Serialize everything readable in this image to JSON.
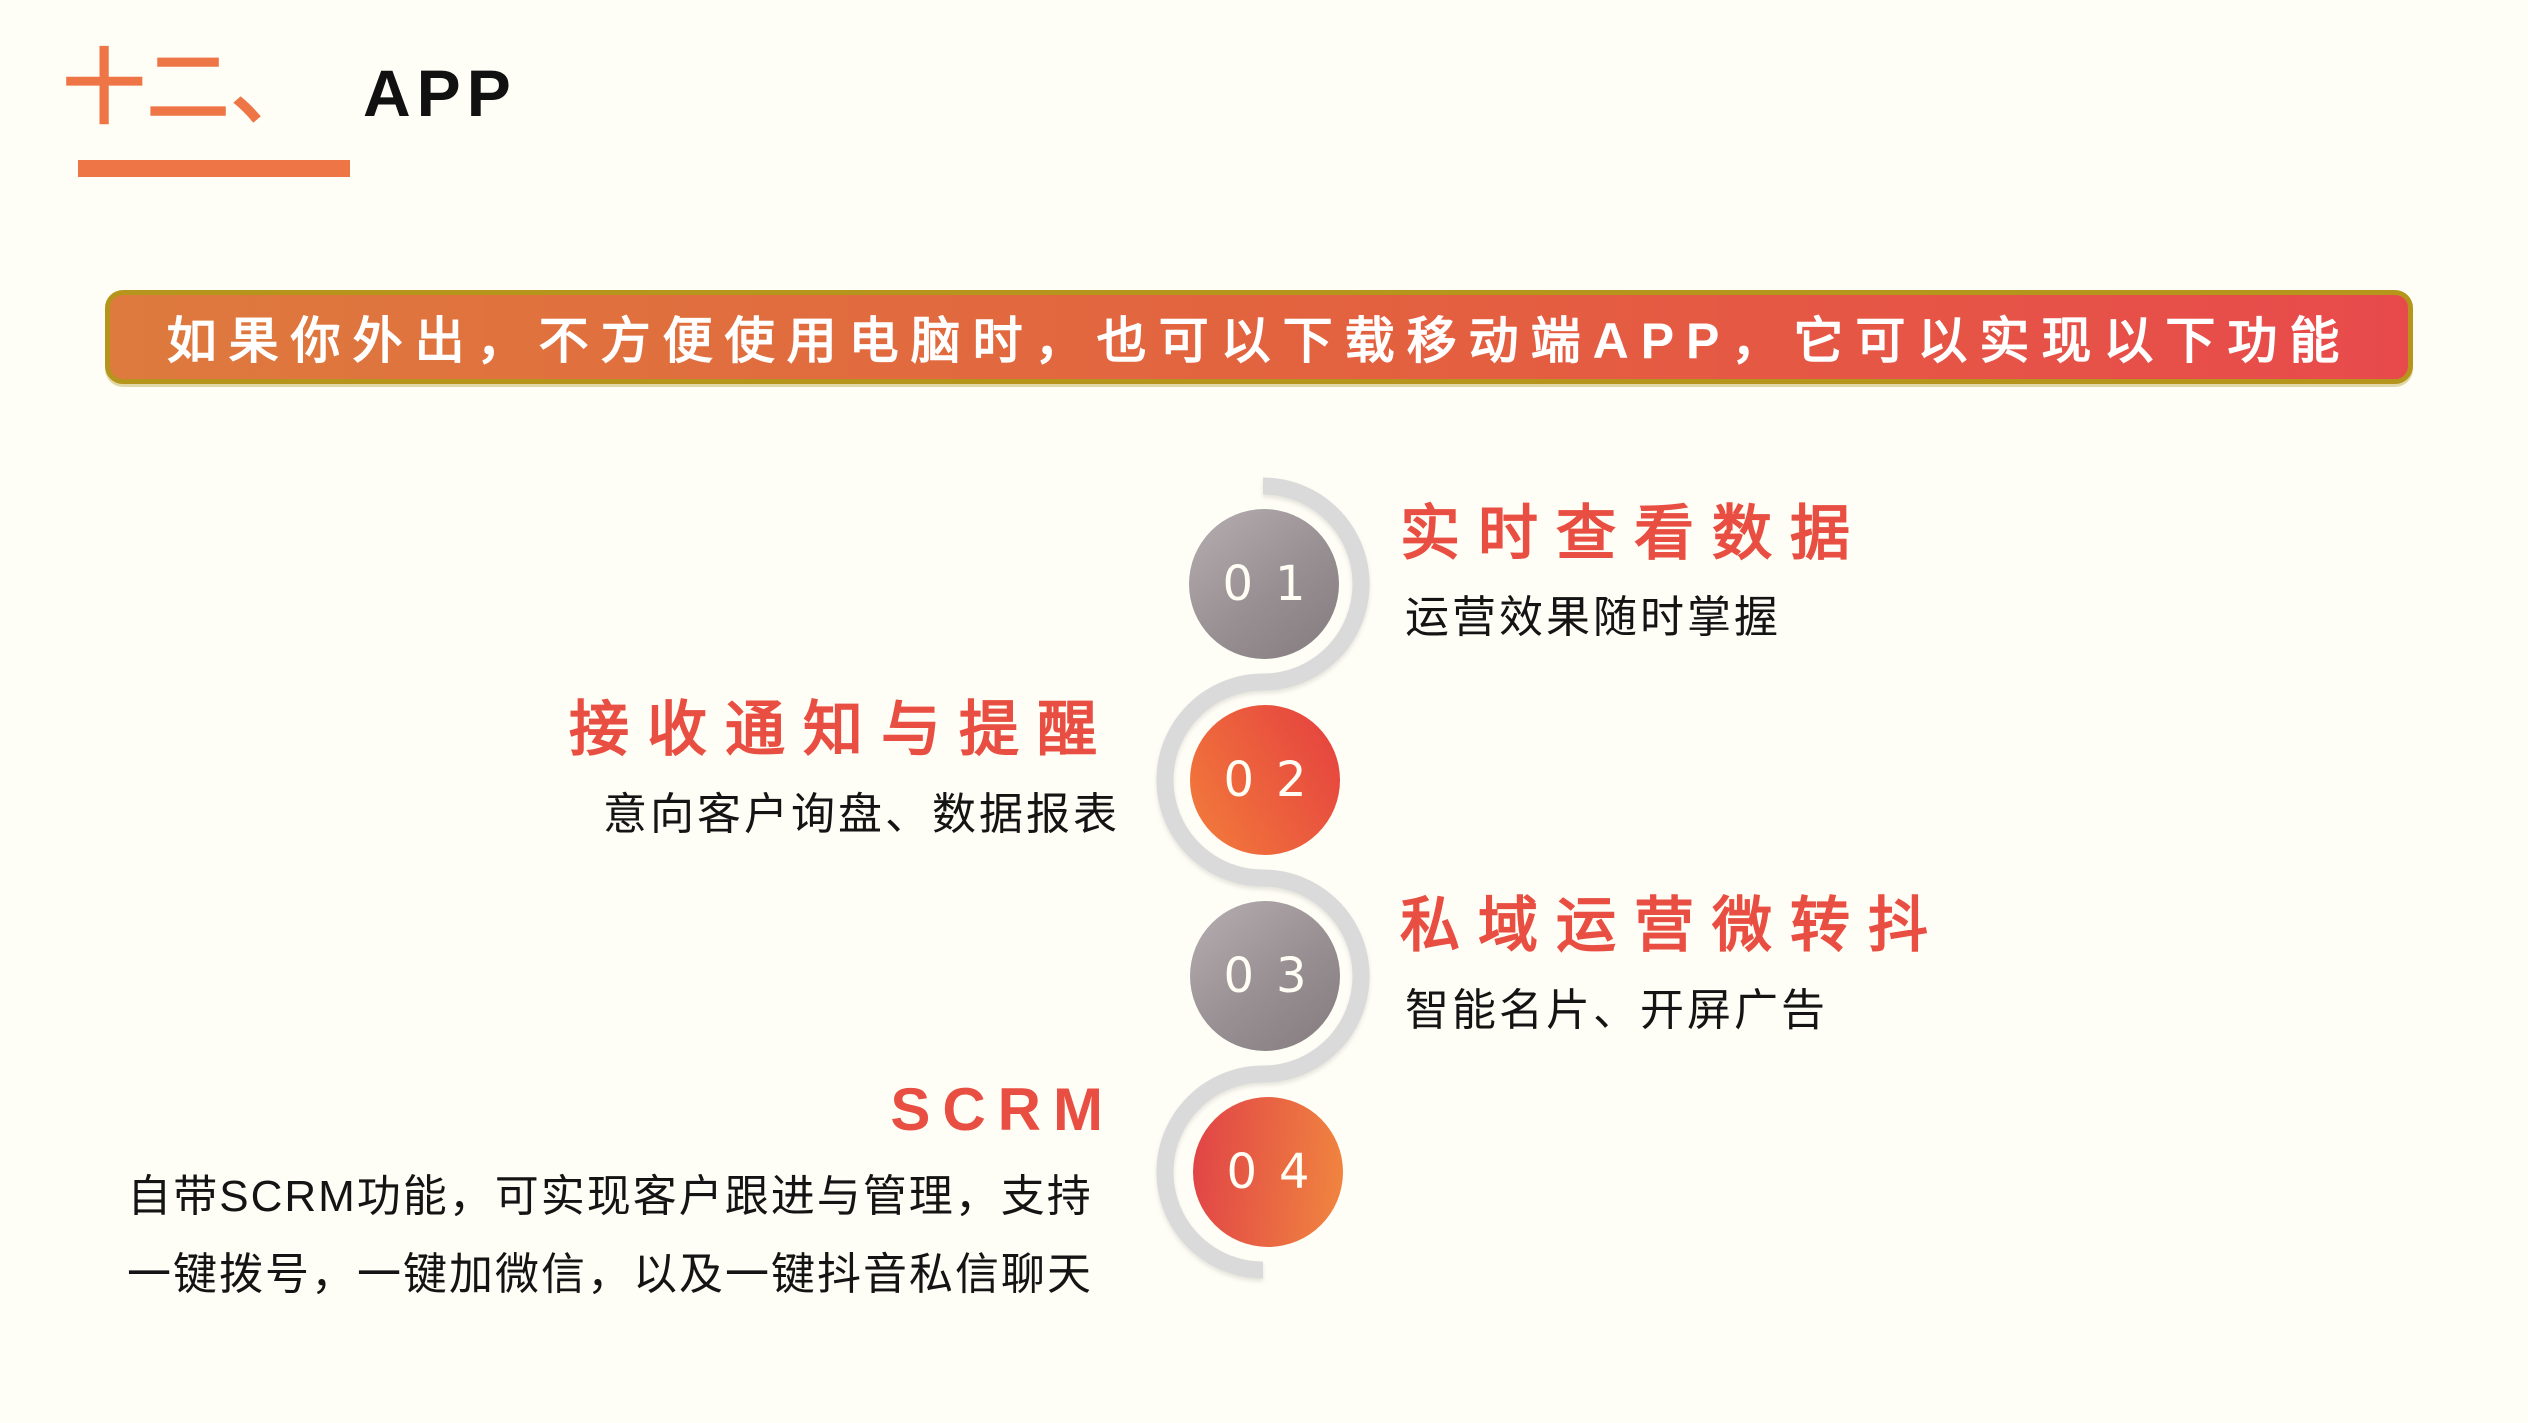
{
  "page": {
    "background_color": "#FFFEF6"
  },
  "title": {
    "section_number": "十二、",
    "section_name": "APP",
    "accent_color": "#ED7546"
  },
  "banner": {
    "text": "如果你外出，不方便使用电脑时，也可以下载移动端APP，它可以实现以下功能",
    "gradient_start": "#DE7A3E",
    "gradient_end": "#E84A4C",
    "border_color": "#B5951B",
    "text_color": "#FFFFFF"
  },
  "timeline": {
    "curve_color": "#DADADA",
    "heading_color": "#E84E41",
    "body_text_color": "#141414",
    "items": [
      {
        "number": "01",
        "side": "right",
        "circle_style": "gray",
        "heading": "实时查看数据",
        "description": "运营效果随时掌握"
      },
      {
        "number": "02",
        "side": "left",
        "circle_style": "orange-red",
        "heading": "接收通知与提醒",
        "description": "意向客户询盘、数据报表"
      },
      {
        "number": "03",
        "side": "right",
        "circle_style": "gray",
        "heading": "私域运营微转抖",
        "description": "智能名片、开屏广告"
      },
      {
        "number": "04",
        "side": "left",
        "circle_style": "red-orange",
        "heading": "SCRM",
        "description_lines": [
          "自带SCRM功能，可实现客户跟进与管理，支持",
          "一键拨号，一键加微信，以及一键抖音私信聊天"
        ]
      }
    ]
  }
}
